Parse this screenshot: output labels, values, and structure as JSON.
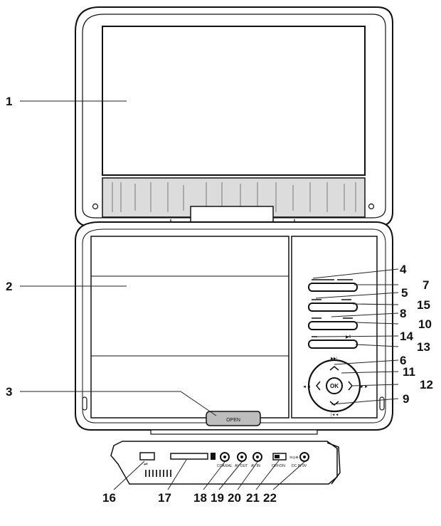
{
  "labels": {
    "n1": "1",
    "n2": "2",
    "n3": "3",
    "n4": "4",
    "n5": "5",
    "n6": "6",
    "n7": "7",
    "n8": "8",
    "n9": "9",
    "n10": "10",
    "n11": "11",
    "n12": "12",
    "n13": "13",
    "n14": "14",
    "n15": "15",
    "n16": "16",
    "n17": "17",
    "n18": "18",
    "n19": "19",
    "n20": "20",
    "n21": "21",
    "n22": "22"
  },
  "device_text": {
    "open": "OPEN",
    "ok": "OK",
    "coax": "COAXIAL",
    "av_out": "AV OUT",
    "av_in": "AV IN",
    "off_on": "OFF/ON",
    "dc_in": "DC IN 9V"
  },
  "icons": [
    "usb-icon",
    "sd-card-icon",
    "play-icon",
    "next-icon",
    "prev-icon"
  ]
}
